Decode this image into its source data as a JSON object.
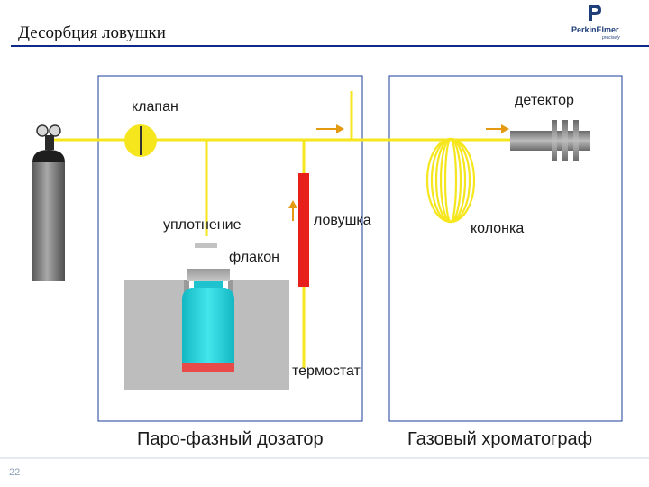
{
  "header": {
    "title": "Десорбция ловушки",
    "logo": {
      "name": "PerkinElmer",
      "tagline": "precisely",
      "icon": "perkinelmer-logo"
    }
  },
  "diagram": {
    "labels": {
      "valve": "клапан",
      "detector": "детектор",
      "seal": "уплотнение",
      "trap": "ловушка",
      "vial": "флакон",
      "column": "колонка",
      "thermostat": "термостат"
    },
    "sections": {
      "headspace_sampler": "Паро-фазный дозатор",
      "gas_chromatograph": "Газовый хроматограф"
    }
  },
  "footer": {
    "page_number": "22"
  },
  "colors": {
    "gas_line": "#f5e61e",
    "trap": "#e8201c",
    "vial": "#2fd3da",
    "vial_bottom": "#e84a4a",
    "box_border": "#1a3f99",
    "header_rule": "#0e2b8a",
    "arrow": "#e39a10",
    "cylinder": "#808080"
  }
}
